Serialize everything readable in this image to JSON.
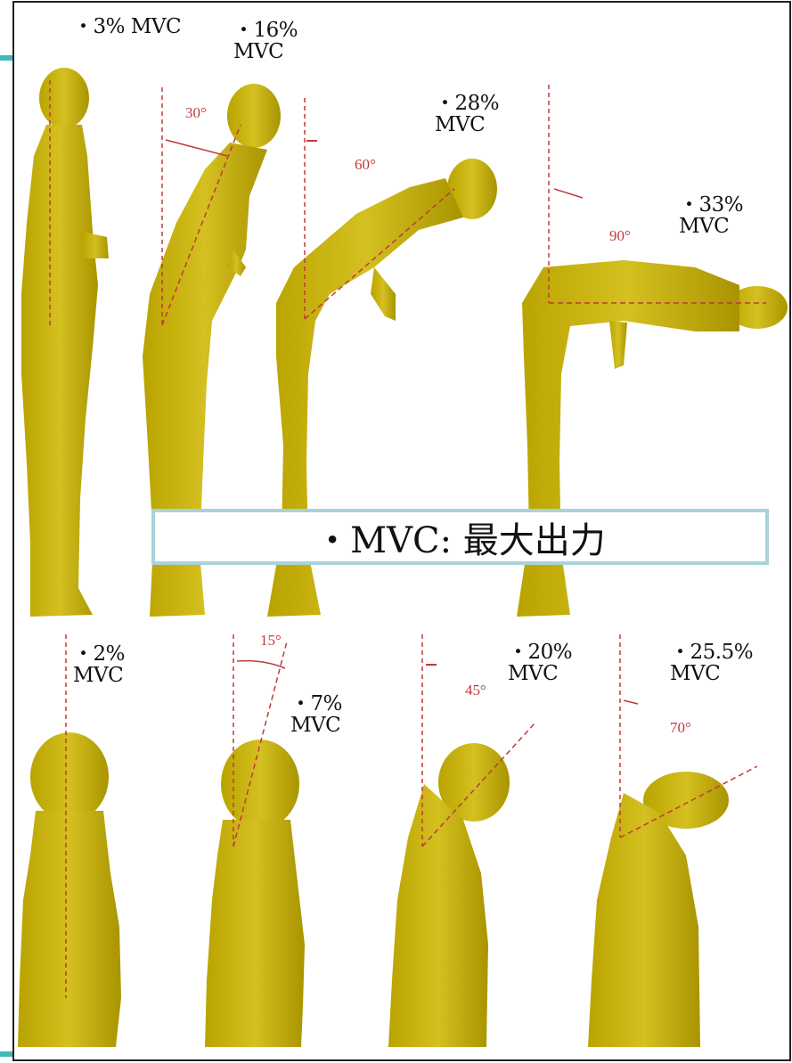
{
  "figure": {
    "standing": [
      {
        "label": "・3% MVC",
        "angle": ""
      },
      {
        "label": "・16%\nMVC",
        "angle": "30°"
      },
      {
        "label": "・28%\nMVC",
        "angle": "60°"
      },
      {
        "label": "・33%\nMVC",
        "angle": "90°"
      }
    ],
    "neck": [
      {
        "label": "・2%\nMVC",
        "angle": ""
      },
      {
        "label": "・7%\nMVC",
        "angle": "15°"
      },
      {
        "label": "・20%\nMVC",
        "angle": "45°"
      },
      {
        "label": "・25.5%\nMVC",
        "angle": "70°"
      }
    ],
    "note": "・MVC: 最大出力",
    "colors": {
      "figure": "#c8b400",
      "angle_line": "#c0393b",
      "box_border": "#a9d2d9",
      "accent": "#3fb9b9"
    }
  }
}
